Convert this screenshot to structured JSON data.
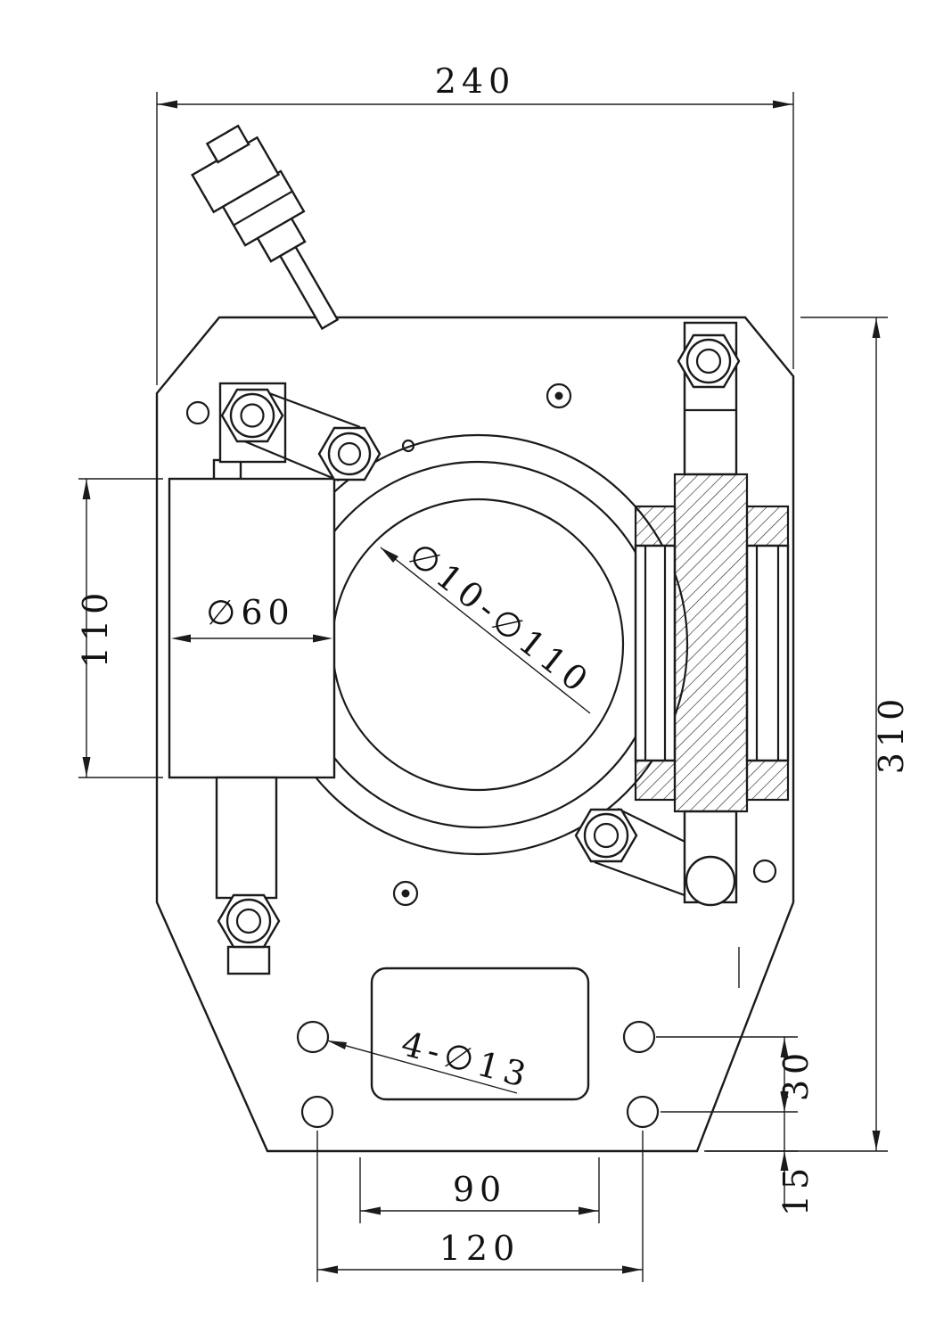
{
  "page": {
    "background": "#ffffff",
    "ink": "#1b1b1b"
  },
  "labels": {
    "width_overall": "240",
    "height_overall": "310",
    "cylinder_height": "110",
    "cylinder_diameter": "∅60",
    "clamp_range": "∅10-∅110",
    "mount_holes": "4-∅13",
    "hole_row_spacing": "30",
    "hole_edge_offset": "15",
    "hole_pitch_inner": "90",
    "hole_pitch_outer": "120"
  }
}
